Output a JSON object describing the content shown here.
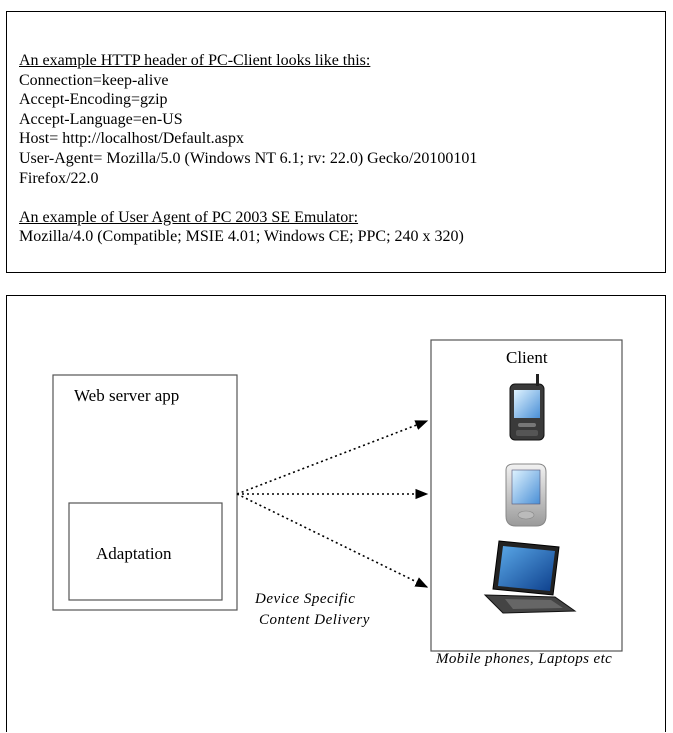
{
  "http_example": {
    "heading": "An example HTTP header of PC-Client looks like this:",
    "lines": [
      "Connection=keep-alive",
      "Accept-Encoding=gzip",
      "Accept-Language=en-US",
      "Host= http://localhost/Default.aspx",
      "User-Agent= Mozilla/5.0 (Windows NT 6.1; rv: 22.0) Gecko/20100101",
      "Firefox/22.0"
    ],
    "ua_heading": "An example of User Agent of PC 2003 SE Emulator:",
    "ua_line": "Mozilla/4.0 (Compatible; MSIE 4.01; Windows CE; PPC; 240 x 320)"
  },
  "figure": {
    "server_label": "Web server app",
    "adaptation_label": "Adaptation",
    "client_label": "Client",
    "delivery_label_line1": "Device Specific",
    "delivery_label_line2": "Content Delivery",
    "caption": "Mobile phones, Laptops etc",
    "devices": [
      "pda-phone-icon",
      "pocket-pc-icon",
      "laptop-icon"
    ]
  }
}
